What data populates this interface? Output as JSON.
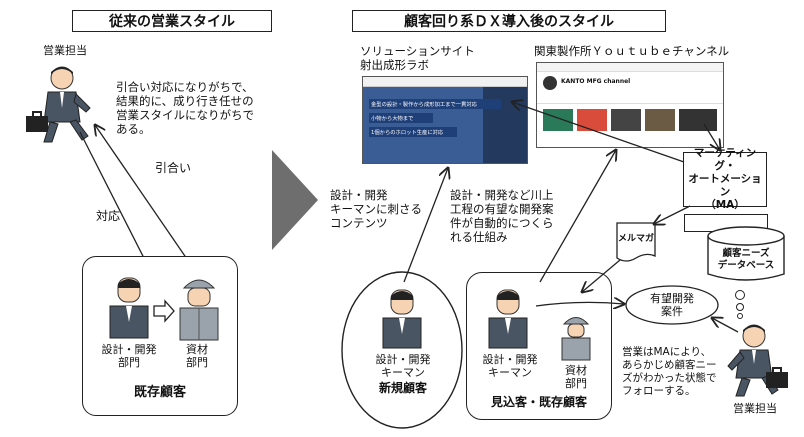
{
  "left": {
    "header": "従来の営業スタイル",
    "sales_label": "営業担当",
    "note": "引合い対応になりがちで、\n結果的に、成り行き任せの\n営業スタイルになりがちで\nある。",
    "arrow_inquiry": "引合い",
    "arrow_response": "対応",
    "box_person1": "設計・開発\n部門",
    "box_person2": "資材\n部門",
    "box_title": "既存顧客"
  },
  "right": {
    "header": "顧客回り系ＤＸ導入後のスタイル",
    "site_title": "ソリューションサイト\n射出成形ラボ",
    "youtube_title": "関東製作所Ｙｏｕｔｕｂｅチャンネル",
    "site_tagline1": "金型の設計・製作から成形加工まで一貫対応",
    "site_tagline2": "小物から大物まで",
    "site_tagline3": "1個からのホロット生産に対応",
    "youtube_channel": "KANTO MFG channel",
    "ma_label": "マーケティング・\nオートメーション\n（MA）",
    "mailmag": "メルマガ",
    "db_label": "顧客ニーズ\nデータベース",
    "content_note": "設計・開発\nキーマンに刺さる\nコンテンツ",
    "auto_note": "設計・開発など川上\n工程の有望な開発案\n件が自動的につくら\nれる仕組み",
    "prospect_bubble": "有望開発\n案件",
    "new_keyman": "設計・開発\nキーマン",
    "new_title": "新規顧客",
    "exist_keyman": "設計・開発\nキーマン",
    "exist_materials": "資材\n部門",
    "exist_title": "見込客・既存顧客",
    "follow_note": "営業はMAにより、\nあらかじめ顧客ニー\nズがわかった状態で\nフォローする。",
    "sales_label": "営業担当"
  },
  "colors": {
    "suit": "#4a5563",
    "skin": "#f6d3b3",
    "worker": "#9aa3ab",
    "big_arrow": "#6e6e6e",
    "site_blue": "#2d4f8a"
  }
}
